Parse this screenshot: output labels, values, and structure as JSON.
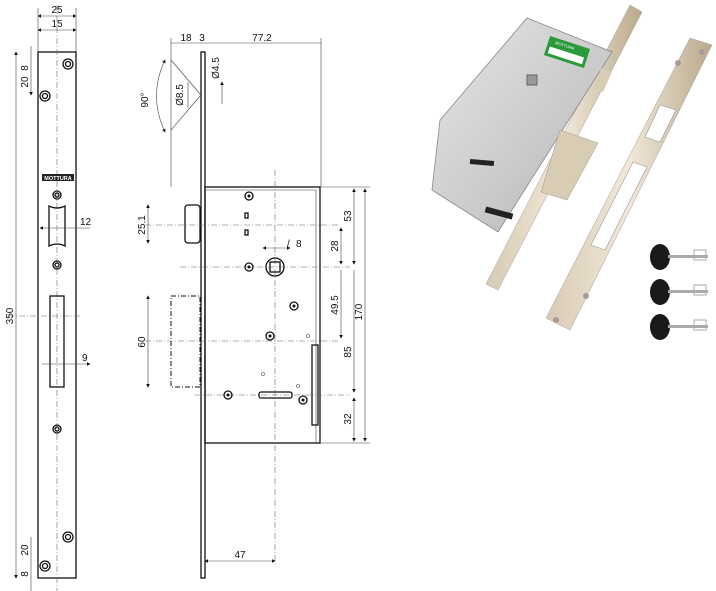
{
  "strike_plate_drawing": {
    "brand_label": "MOTTURA",
    "dims": {
      "width_total": "25",
      "width_inner": "15",
      "top_offset": "8",
      "top_hole_spacing": "20",
      "length": "350",
      "latch_opening": "12",
      "bolt_opening": "9",
      "bottom_hole_spacing": "20",
      "bottom_offset": "8"
    }
  },
  "lock_drawing": {
    "dims": {
      "bolt_throw": "18",
      "faceplate_thickness": "3",
      "body_depth": "77.2",
      "handle_angle": "90°",
      "hole_large": "Ø8.5",
      "hole_small": "Ø4.5",
      "latch_height": "25.1",
      "spindle": "8",
      "deadbolt_height": "60",
      "latch_to_spindle": "53",
      "spindle_offset": "28",
      "spindle_to_bolt": "49.5",
      "spindle_to_key": "85",
      "key_to_bottom": "32",
      "body_height": "170",
      "backset": "47"
    }
  },
  "photo": {
    "brand_label": "MOTTURA",
    "key_count": 3
  }
}
